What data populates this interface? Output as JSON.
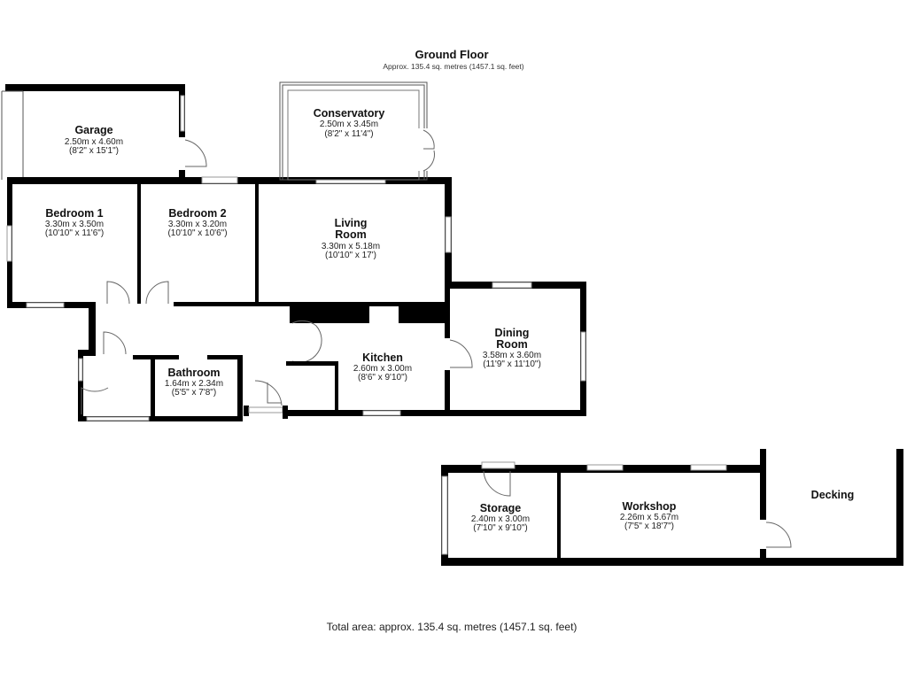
{
  "header": {
    "title": "Ground Floor",
    "subtitle": "Approx. 135.4 sq. metres (1457.1 sq. feet)"
  },
  "rooms": {
    "garage": {
      "name": "Garage",
      "metric": "2.50m x 4.60m",
      "imperial": "(8'2\" x 15'1\")"
    },
    "conservatory": {
      "name": "Conservatory",
      "metric": "2.50m x 3.45m",
      "imperial": "(8'2\" x 11'4\")"
    },
    "bedroom1": {
      "name": "Bedroom 1",
      "metric": "3.30m x 3.50m",
      "imperial": "(10'10\" x 11'6\")"
    },
    "bedroom2": {
      "name": "Bedroom 2",
      "metric": "3.30m x 3.20m",
      "imperial": "(10'10\" x 10'6\")"
    },
    "living": {
      "name1": "Living",
      "name2": "Room",
      "metric": "3.30m x 5.18m",
      "imperial": "(10'10\" x 17')"
    },
    "dining": {
      "name1": "Dining",
      "name2": "Room",
      "metric": "3.58m x 3.60m",
      "imperial": "(11'9\" x 11'10\")"
    },
    "kitchen": {
      "name": "Kitchen",
      "metric": "2.60m x 3.00m",
      "imperial": "(8'6\" x 9'10\")"
    },
    "bathroom": {
      "name": "Bathroom",
      "metric": "1.64m x 2.34m",
      "imperial": "(5'5\" x 7'8\")"
    },
    "storage": {
      "name": "Storage",
      "metric": "2.40m x 3.00m",
      "imperial": "(7'10\" x 9'10\")"
    },
    "workshop": {
      "name": "Workshop",
      "metric": "2.26m x 5.67m",
      "imperial": "(7'5\" x 18'7\")"
    },
    "decking": {
      "name": "Decking"
    }
  },
  "footer": {
    "total": "Total area: approx. 135.4 sq. metres (1457.1 sq. feet)"
  }
}
